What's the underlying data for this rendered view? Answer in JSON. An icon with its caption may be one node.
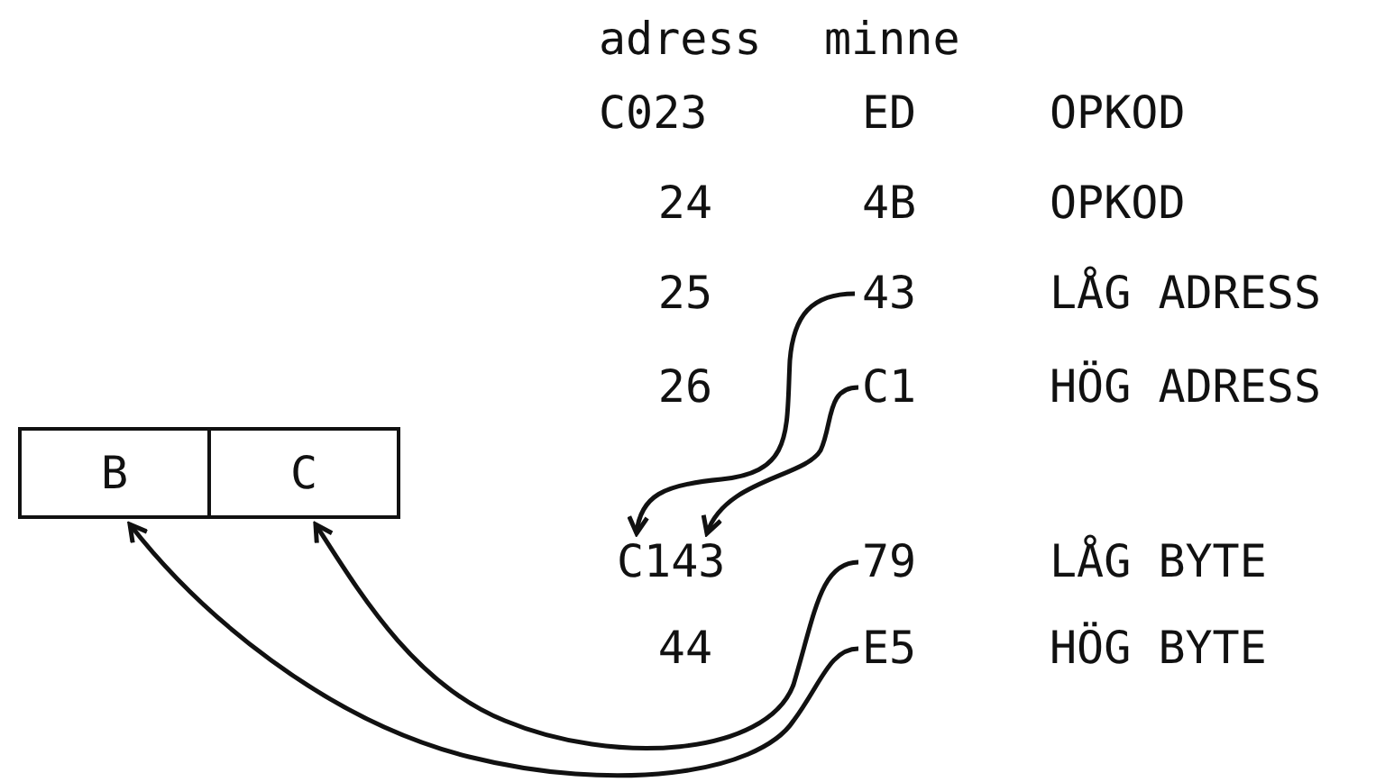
{
  "diagram": {
    "nodes": [
      {
        "text": [
          "B"
        ]
      },
      {
        "text": [
          "C"
        ]
      },
      {
        "text": [
          "43"
        ]
      },
      {
        "text": [
          "C1"
        ]
      },
      {
        "text": [
          "C143"
        ]
      },
      {
        "text": [
          "79"
        ]
      },
      {
        "text": [
          "E5"
        ]
      }
    ],
    "edges": [
      {
        "from": 2,
        "to": 4,
        "arrow": "to"
      },
      {
        "from": 3,
        "to": 4,
        "arrow": "to"
      },
      {
        "from": 5,
        "to": 1,
        "arrow": "to"
      },
      {
        "from": 6,
        "to": 0,
        "arrow": "to"
      }
    ],
    "labels": [
      "adress",
      "minne",
      "C023",
      "ED",
      "OPKOD",
      "24",
      "4B",
      "OPKOD",
      "25",
      "LÅG ADRESS",
      "26",
      "HÖG ADRESS",
      "LÅG BYTE",
      "44",
      "HÖG BYTE"
    ]
  }
}
